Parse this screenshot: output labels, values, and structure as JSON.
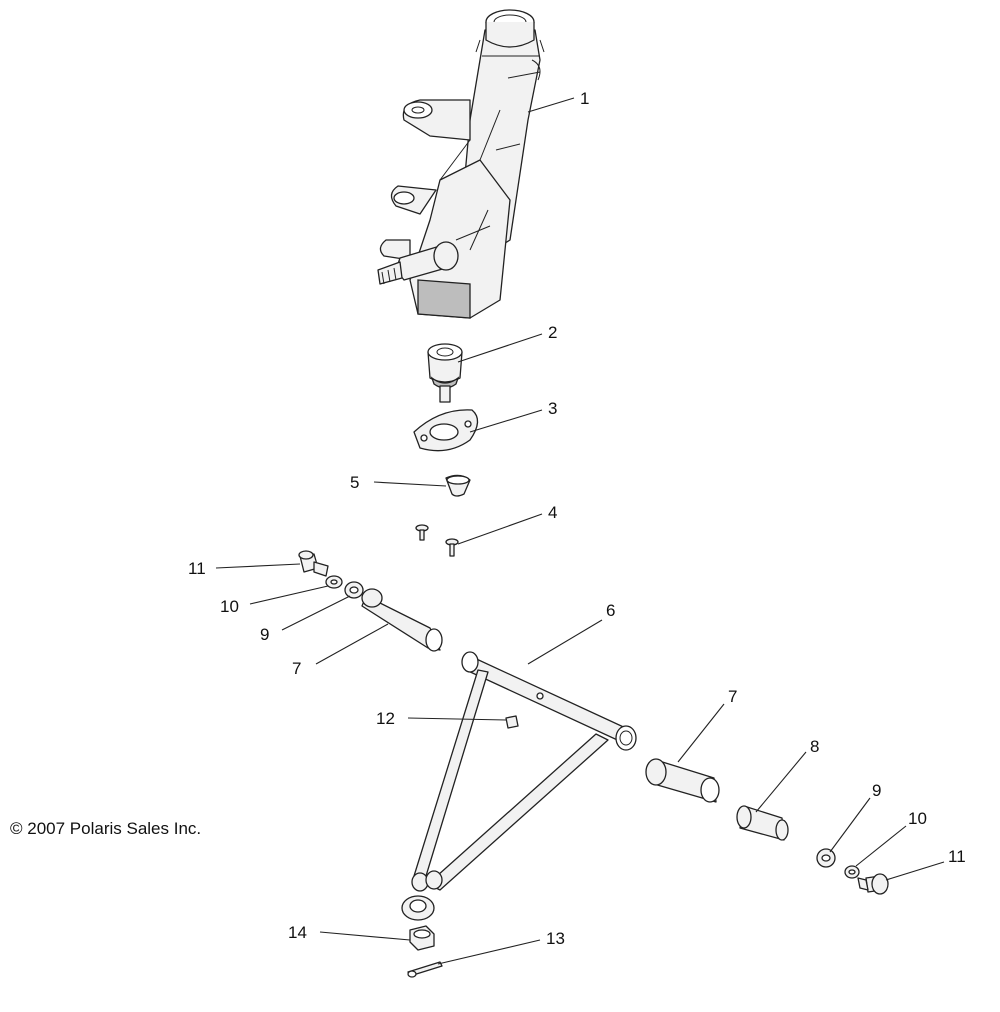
{
  "copyright": "© 2007 Polaris Sales Inc.",
  "callouts": [
    {
      "id": "knuckle",
      "label": "1"
    },
    {
      "id": "ball-joint",
      "label": "2"
    },
    {
      "id": "plate",
      "label": "3"
    },
    {
      "id": "screw",
      "label": "4"
    },
    {
      "id": "cap",
      "label": "5"
    },
    {
      "id": "a-arm",
      "label": "6"
    },
    {
      "id": "bushing-left",
      "label": "7"
    },
    {
      "id": "bushing-right",
      "label": "7"
    },
    {
      "id": "sleeve",
      "label": "8"
    },
    {
      "id": "washer-left",
      "label": "9"
    },
    {
      "id": "washer-right",
      "label": "9"
    },
    {
      "id": "lock-washer-left",
      "label": "10"
    },
    {
      "id": "lock-washer-right",
      "label": "10"
    },
    {
      "id": "bolt-left",
      "label": "11"
    },
    {
      "id": "bolt-right",
      "label": "11"
    },
    {
      "id": "grease-fitting",
      "label": "12"
    },
    {
      "id": "cotter-pin",
      "label": "13"
    },
    {
      "id": "castle-nut",
      "label": "14"
    }
  ]
}
